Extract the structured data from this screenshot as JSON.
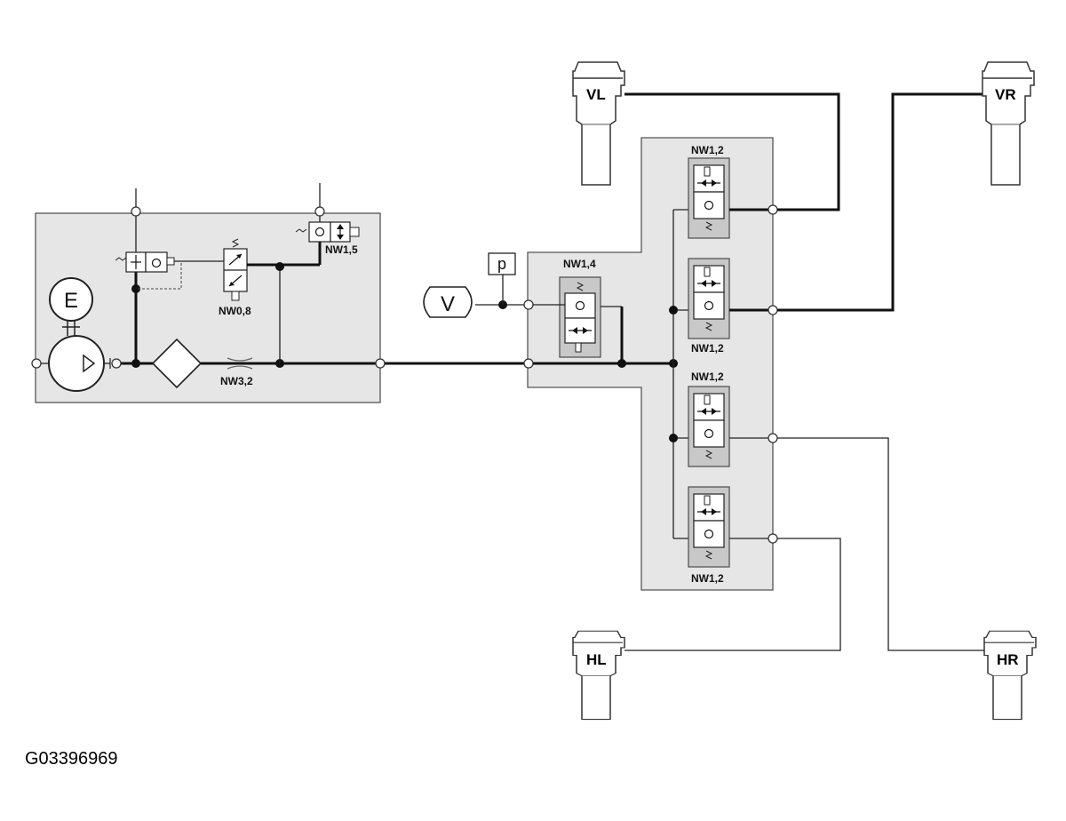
{
  "labels": {
    "motor": "E",
    "reservoir": "V",
    "pressure_sensor": "p",
    "throttle": "NW3,2",
    "pressure_limit_valve": "NW0,8",
    "exhaust_valve": "NW1,5",
    "reservoir_valve": "NW1,4",
    "strut_valve_vl": "NW1,2",
    "strut_valve_vr": "NW1,2",
    "strut_valve_hl": "NW1,2",
    "strut_valve_hr": "NW1,2"
  },
  "struts": {
    "front_left": "VL",
    "front_right": "VR",
    "rear_left": "HL",
    "rear_right": "HR"
  },
  "figure_id": "G03396969"
}
